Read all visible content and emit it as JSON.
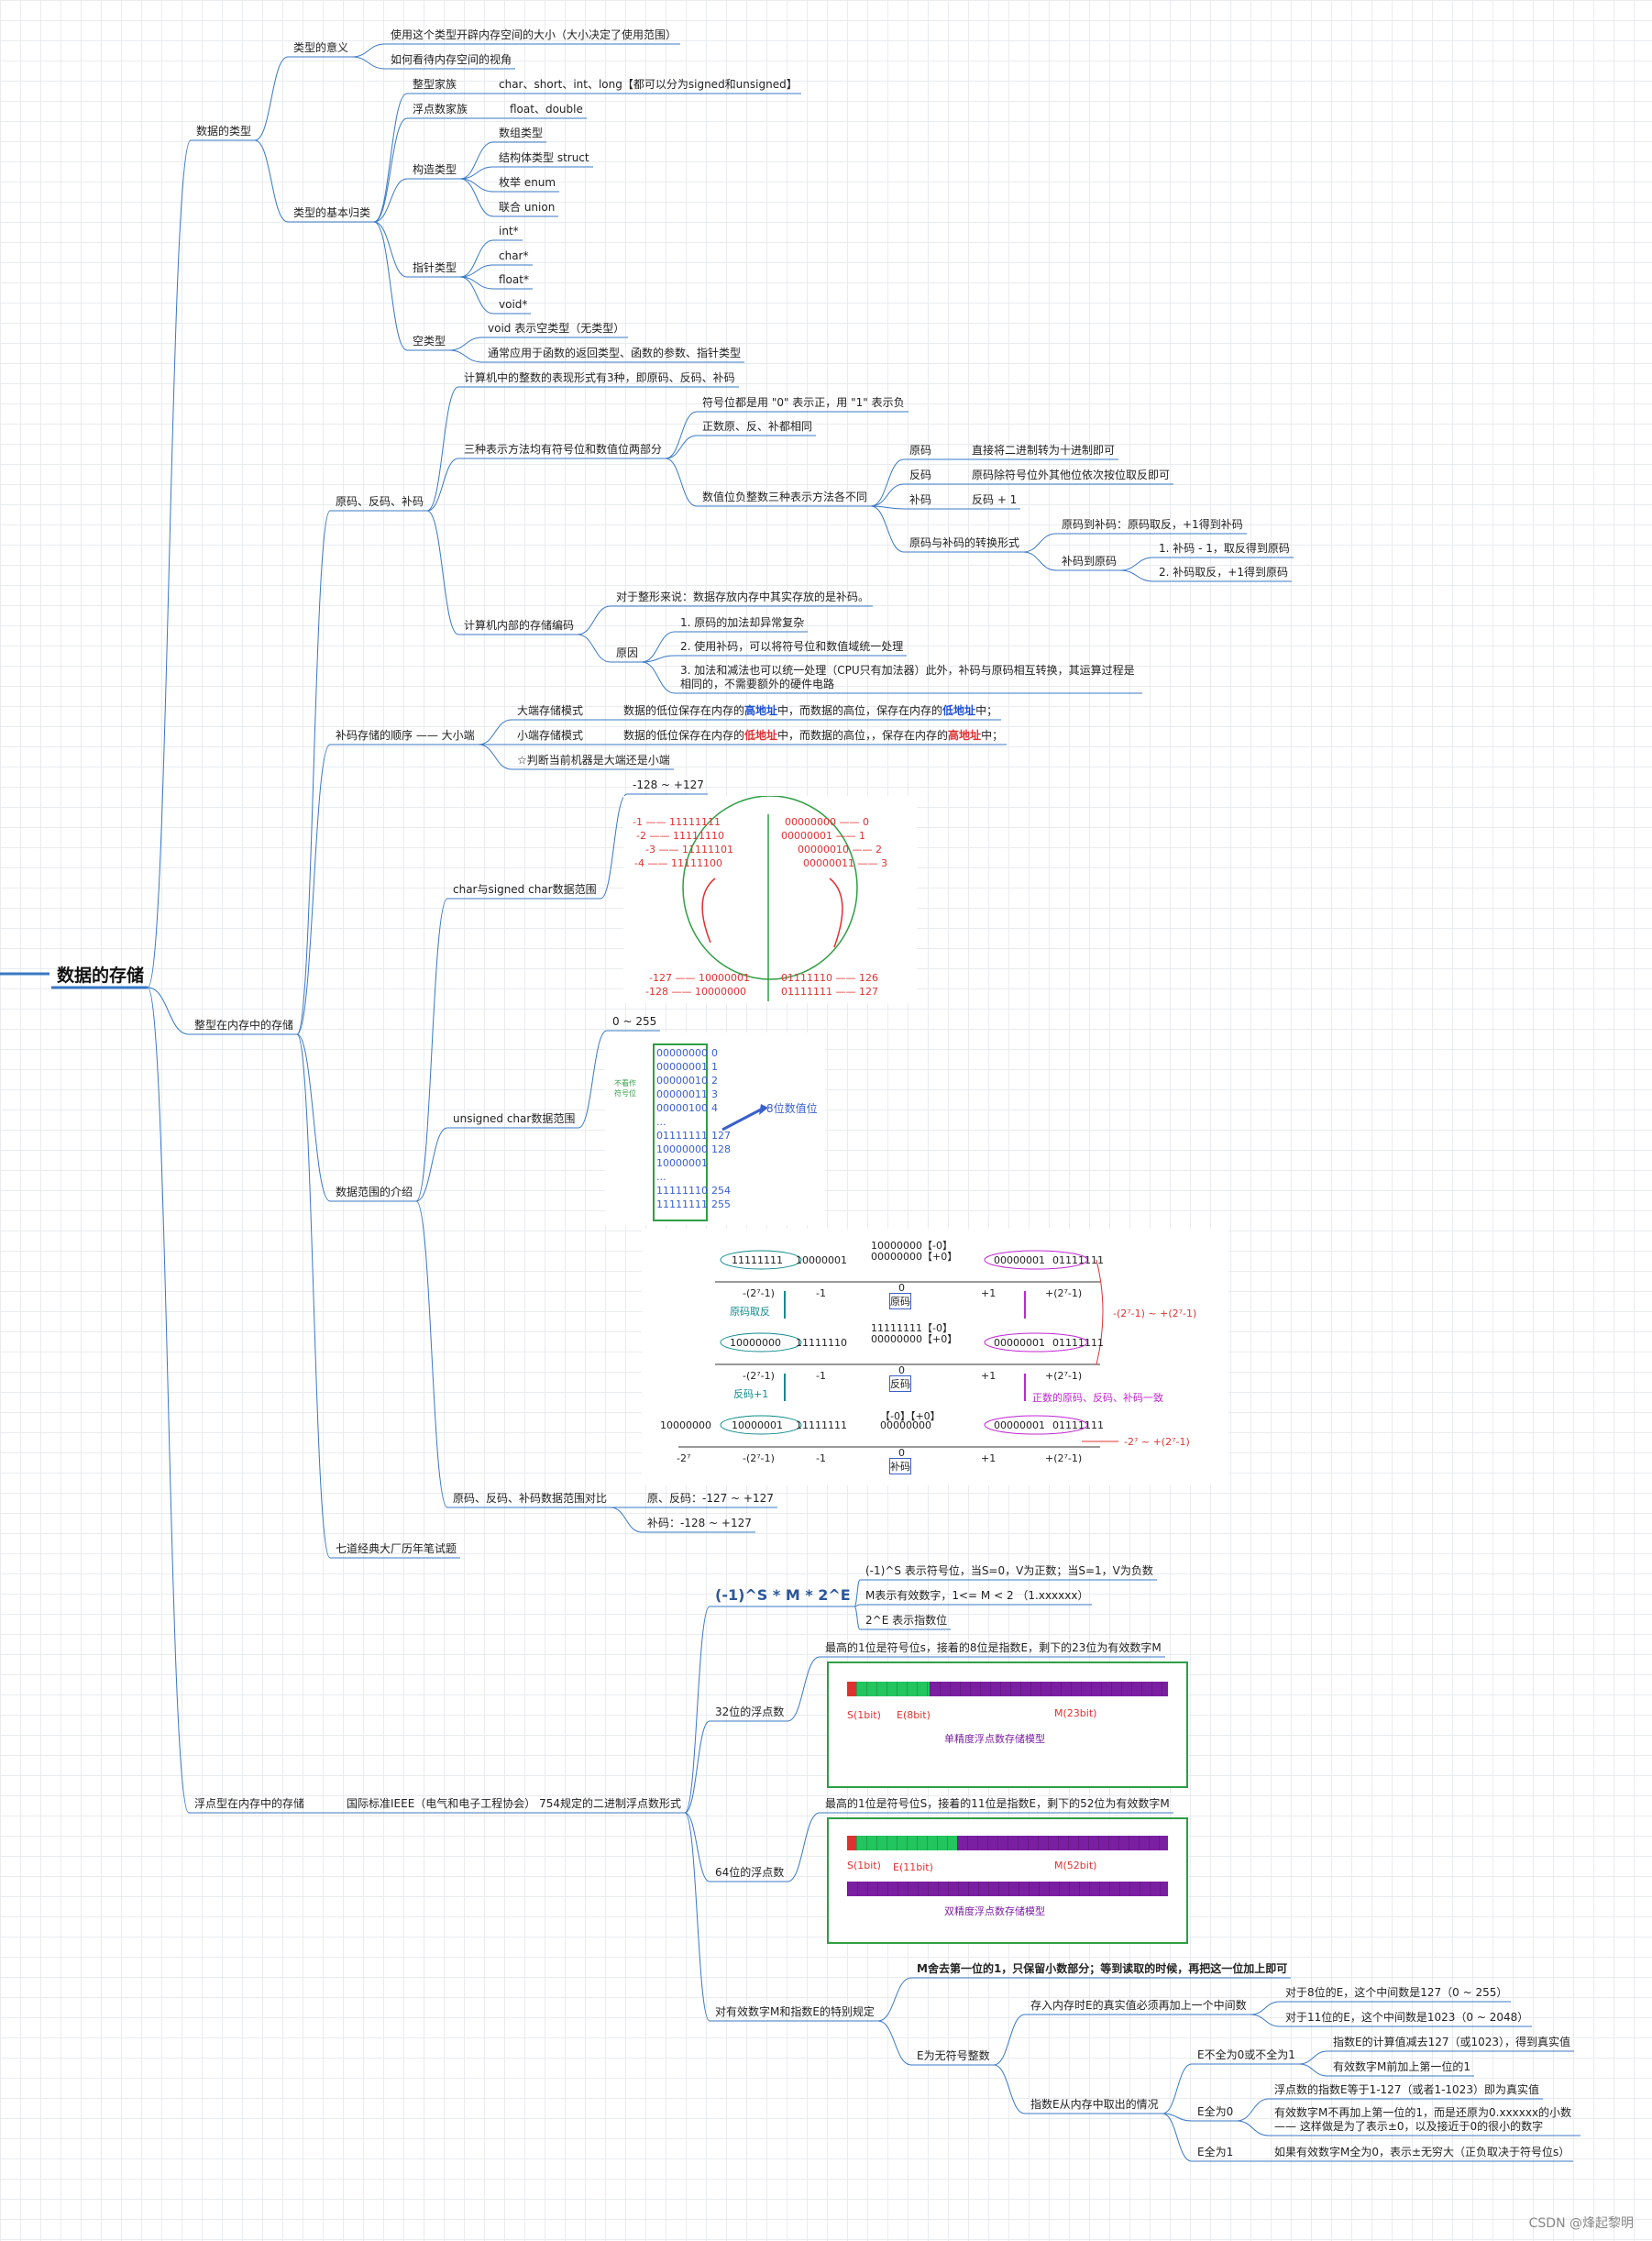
{
  "colors": {
    "edge": "#3a78c4",
    "underline": "#3a78c4",
    "red": "#e03131",
    "blue": "#1c4fd4",
    "green": "#2f9e44",
    "magenta": "#c026d3",
    "teal": "#0f8b8d",
    "purple": "#7b1fa2",
    "lime": "#22c55e"
  },
  "nodes": {
    "root": "数据的存储",
    "types": "数据的类型",
    "types_meaning": "类型的意义",
    "types_meaning_1": "使用这个类型开辟内存空间的大小（大小决定了使用范围）",
    "types_meaning_2": "如何看待内存空间的视角",
    "types_basic": "类型的基本归类",
    "int_family": "整型家族",
    "int_family_v": "char、short、int、long【都可以分为signed和unsigned】",
    "float_family": "浮点数家族",
    "float_family_v": "float、double",
    "construct": "构造类型",
    "construct_1": "数组类型",
    "construct_2": "结构体类型 struct",
    "construct_3": "枚举 enum",
    "construct_4": "联合 union",
    "pointer": "指针类型",
    "pointer_1": "int*",
    "pointer_2": "char*",
    "pointer_3": "float*",
    "pointer_4": "void*",
    "void_type": "空类型",
    "void_1": "void 表示空类型（无类型）",
    "void_2": "通常应用于函数的返回类型、函数的参数、指针类型",
    "int_storage": "整型在内存中的存储",
    "codes": "原码、反码、补码",
    "codes_1": "计算机中的整数的表现形式有3种，即原码、反码、补码",
    "codes_2": "三种表示方法均有符号位和数值位两部分",
    "sign_1": "符号位都是用 \"0\" 表示正，用 \"1\" 表示负",
    "sign_2": "正数原、反、补都相同",
    "sign_3": "数值位负整数三种表示方法各不同",
    "yuanma": "原码",
    "yuanma_v": "直接将二进制转为十进制即可",
    "fanma": "反码",
    "fanma_v": "原码除符号位外其他位依次按位取反即可",
    "buma": "补码",
    "buma_v": "反码 + 1",
    "convert": "原码与补码的转换形式",
    "convert_1": "原码到补码：原码取反，+1得到补码",
    "convert_2": "补码到原码",
    "convert_2a": "1. 补码 - 1，取反得到原码",
    "convert_2b": "2. 补码取反，+1得到原码",
    "codes_3": "计算机内部的存储编码",
    "store_1": "对于整形来说：数据存放内存中其实存放的是补码。",
    "reason": "原因",
    "reason_1": "1. 原码的加法却异常复杂",
    "reason_2": "2. 使用补码，可以将符号位和数值域统一处理",
    "reason_3": "3. 加法和减法也可以统一处理（CPU只有加法器）此外，补码与原码相互转换，其运算过程是相同的，不需要额外的硬件电路",
    "endian": "补码存储的顺序 —— 大小端",
    "big_endian": "大端存储模式",
    "big_endian_v": "数据的低位保存在内存的高地址中，而数据的高位，保存在内存的低地址中；",
    "little_endian": "小端存储模式",
    "little_endian_v": "数据的低位保存在内存的低地址中，而数据的高位，，保存在内存的高地址中；",
    "judge_endian": "☆判断当前机器是大端还是小端",
    "range_intro": "数据范围的介绍",
    "char_range": "char与signed char数据范围",
    "char_range_v": "-128 ~ +127",
    "uchar_range": "unsigned char数据范围",
    "uchar_range_v": "0 ~ 255",
    "compare": "原码、反码、补码数据范围对比",
    "compare_1": "原、反码：-127 ~ +127",
    "compare_2": "补码：-128 ~ +127",
    "interview": "七道经典大厂历年笔试题",
    "float_storage": "浮点型在内存中的存储",
    "ieee": "国际标准IEEE（电气和电子工程协会） 754规定的二进制浮点数形式",
    "formula": "(-1)^S * M * 2^E",
    "formula_1": "(-1)^S 表示符号位，当S=0，V为正数；当S=1，V为负数",
    "formula_2": "M表示有效数字，1<= M < 2 （1.xxxxxx）",
    "formula_3": "2^E 表示指数位",
    "f32": "32位的浮点数",
    "f32_v": "最高的1位是符号位s，接着的8位是指数E，剩下的23位为有效数字M",
    "f64": "64位的浮点数",
    "f64_v": "最高的1位是符号位S，接着的11位是指数E，剩下的52位为有效数字M",
    "special": "对有效数字M和指数E的特别规定",
    "m_rule": "M舍去第一位的1，只保留小数部分；等到读取的时候，再把这一位加上即可",
    "e_unsigned": "E为无符号整数",
    "e_store": "存入内存时E的真实值必须再加上一个中间数",
    "e_store_1": "对于8位的E，这个中间数是127（0 ~ 255）",
    "e_store_2": "对于11位的E，这个中间数是1023（0 ~ 2048）",
    "e_read": "指数E从内存中取出的情况",
    "e_case1": "E不全为0或不全为1",
    "e_case1_a": "指数E的计算值减去127（或1023），得到真实值",
    "e_case1_b": "有效数字M前加上第一位的1",
    "e_case2": "E全为0",
    "e_case2_a": "浮点数的指数E等于1-127（或者1-1023）即为真实值",
    "e_case2_b": "有效数字M不再加上第一位的1，而是还原为0.xxxxxx的小数 —— 这样做是为了表示±0，以及接近于0的很小的数字",
    "e_case3": "E全为1",
    "e_case3_a": "如果有效数字M全为0，表示±无穷大（正负取决于符号位s）"
  },
  "circle_diagram": {
    "left_top": [
      "-1 —— 11111111",
      "-2 —— 11111110",
      "-3 —— 11111101",
      "-4 —— 11111100"
    ],
    "right_top": [
      "00000000 —— 0",
      "00000001 —— 1",
      "00000010 —— 2",
      "00000011 —— 3"
    ],
    "left_bottom": [
      "-127 —— 10000001",
      "-128 —— 10000000"
    ],
    "right_bottom": [
      "01111110 —— 126",
      "01111111 —— 127"
    ]
  },
  "uchar_table": {
    "codes": [
      "00000000",
      "00000001",
      "00000010",
      "00000011",
      "00000100",
      "...",
      "01111111",
      "10000000",
      "10000001",
      "...",
      "11111110",
      "11111111"
    ],
    "values": [
      "0",
      "1",
      "2",
      "3",
      "4",
      "",
      "127",
      "128",
      "",
      "",
      "254",
      "255"
    ],
    "side_note": "不看作\n符号位",
    "arrow_label": "8位数值位"
  },
  "number_line": {
    "row1_left": [
      "11111111",
      "10000001"
    ],
    "row1_right": [
      "00000001",
      "01111111"
    ],
    "row1_mid": [
      "10000000【-0】",
      "00000000【+0】"
    ],
    "row1_tag": "原码",
    "row2_left": [
      "10000000",
      "11111110"
    ],
    "row2_right": [
      "00000001",
      "01111111"
    ],
    "row2_mid": [
      "11111111【-0】",
      "00000000【+0】"
    ],
    "row2_tag": "反码",
    "row3_left": [
      "10000000",
      "10000001",
      "11111111"
    ],
    "row3_right": [
      "00000001",
      "01111111"
    ],
    "row3_mid": [
      "【-0】【+0】",
      "00000000"
    ],
    "row3_tag": "补码",
    "ticks": [
      "-(2⁷-1)",
      "-1",
      "0",
      "+1",
      "+(2⁷-1)"
    ],
    "ticks3": [
      "-2⁷",
      "-(2⁷-1)",
      "-1",
      "0",
      "+1",
      "+(2⁷-1)"
    ],
    "arrow1": "原码取反",
    "arrow2": "反码+1",
    "side1": "正数的原码、反码、补码一致",
    "range_a": "-(2⁷-1) ~ +(2⁷-1)",
    "range_b": "-2⁷ ~ +(2⁷-1)"
  },
  "float32_model": {
    "labels": [
      "S(1bit)",
      "E(8bit)",
      "M(23bit)"
    ],
    "caption": "单精度浮点数存储模型"
  },
  "float64_model": {
    "labels": [
      "S(1bit)",
      "E(11bit)",
      "M(52bit)"
    ],
    "caption": "双精度浮点数存储模型"
  },
  "watermark": "CSDN @烽起黎明"
}
